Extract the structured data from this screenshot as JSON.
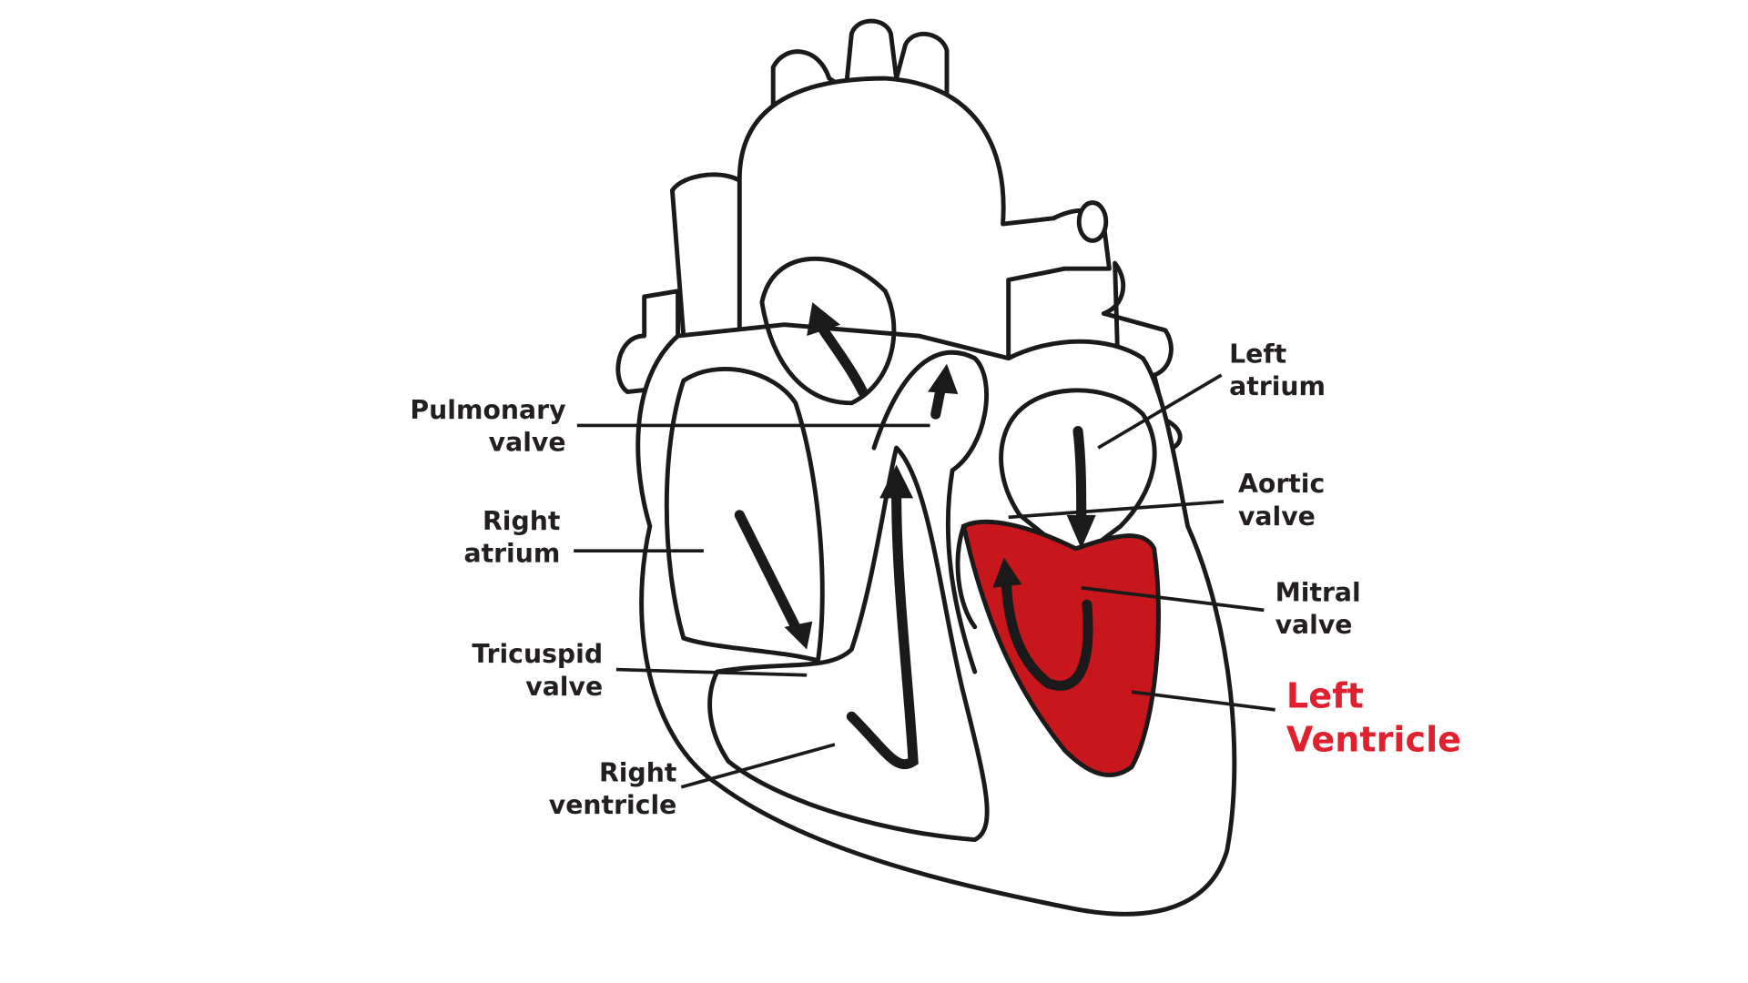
{
  "diagram": {
    "labels": {
      "pulmonary_valve": [
        "Pulmonary",
        "valve"
      ],
      "right_atrium": [
        "Right",
        "atrium"
      ],
      "tricuspid_valve": [
        "Tricuspid",
        "valve"
      ],
      "right_ventricle": [
        "Right",
        "ventricle"
      ],
      "left_atrium": [
        "Left",
        "atrium"
      ],
      "aortic_valve": [
        "Aortic",
        "valve"
      ],
      "mitral_valve": [
        "Mitral",
        "valve"
      ],
      "left_ventricle": [
        "Left",
        "Ventricle"
      ]
    },
    "colors": {
      "highlight": "#c8161d",
      "highlight_label": "#e0202e",
      "outline": "#1a1a1a"
    }
  }
}
